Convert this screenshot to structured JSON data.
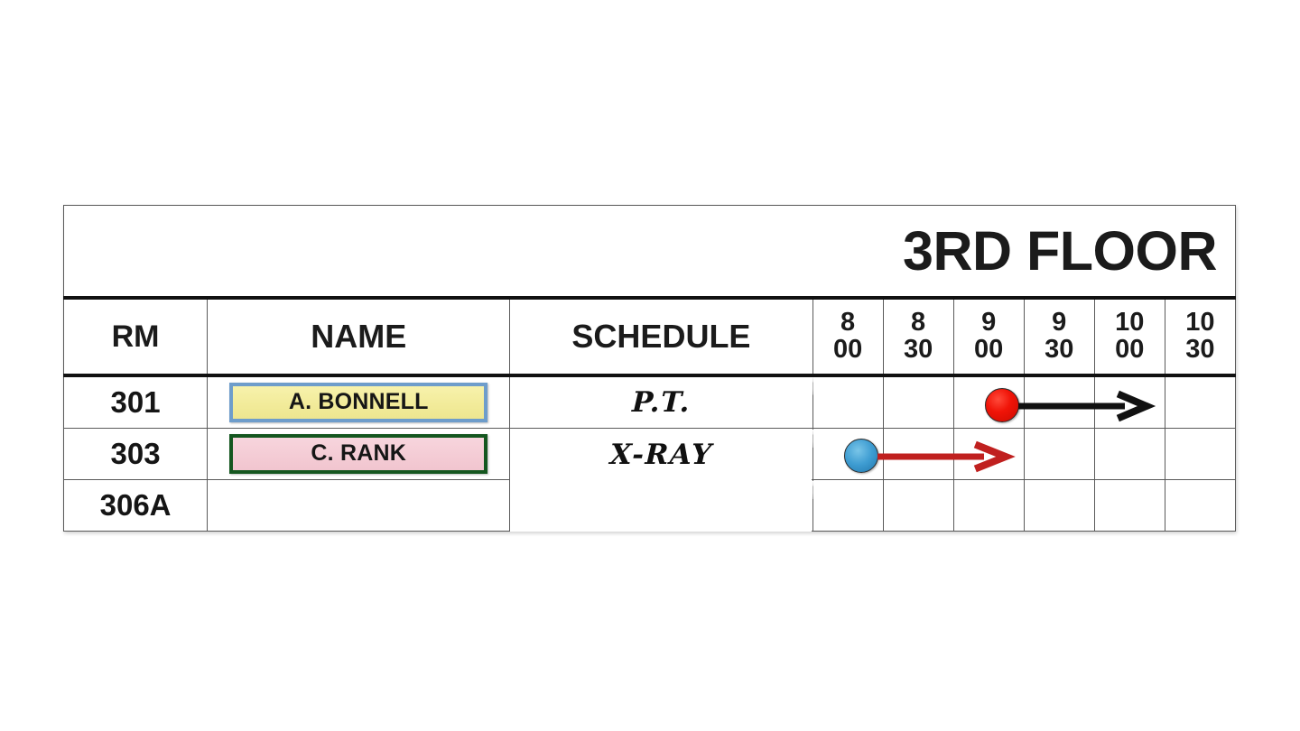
{
  "board": {
    "title": "3RD FLOOR",
    "columns": {
      "rm": "RM",
      "name": "NAME",
      "schedule": "SCHEDULE"
    },
    "time_slots": [
      {
        "hour": "8",
        "minutes": "00"
      },
      {
        "hour": "8",
        "minutes": "30"
      },
      {
        "hour": "9",
        "minutes": "00"
      },
      {
        "hour": "9",
        "minutes": "30"
      },
      {
        "hour": "10",
        "minutes": "00"
      },
      {
        "hour": "10",
        "minutes": "30"
      }
    ],
    "rows": [
      {
        "room": "301",
        "name": "A. BONNELL",
        "card_border_color": "#6e9dcb",
        "card_fill_color": "#f2eb9a",
        "schedule": "P.T.",
        "marker": {
          "color": "#f01408",
          "shape": "dot",
          "start_slot": "9 00",
          "arrow_color": "#111111",
          "arrow_end_slot": "10 00"
        }
      },
      {
        "room": "303",
        "name": "C. RANK",
        "card_border_color": "#14561f",
        "card_fill_color": "#f4ccd5",
        "schedule": "X-RAY",
        "marker": {
          "color": "#3f9dd2",
          "shape": "dot",
          "start_slot": "8 00",
          "arrow_color": "#c0201f",
          "arrow_end_slot": "9 00"
        }
      },
      {
        "room": "306A",
        "name": "",
        "card_border_color": "",
        "card_fill_color": "",
        "schedule": "",
        "marker": null
      }
    ]
  }
}
